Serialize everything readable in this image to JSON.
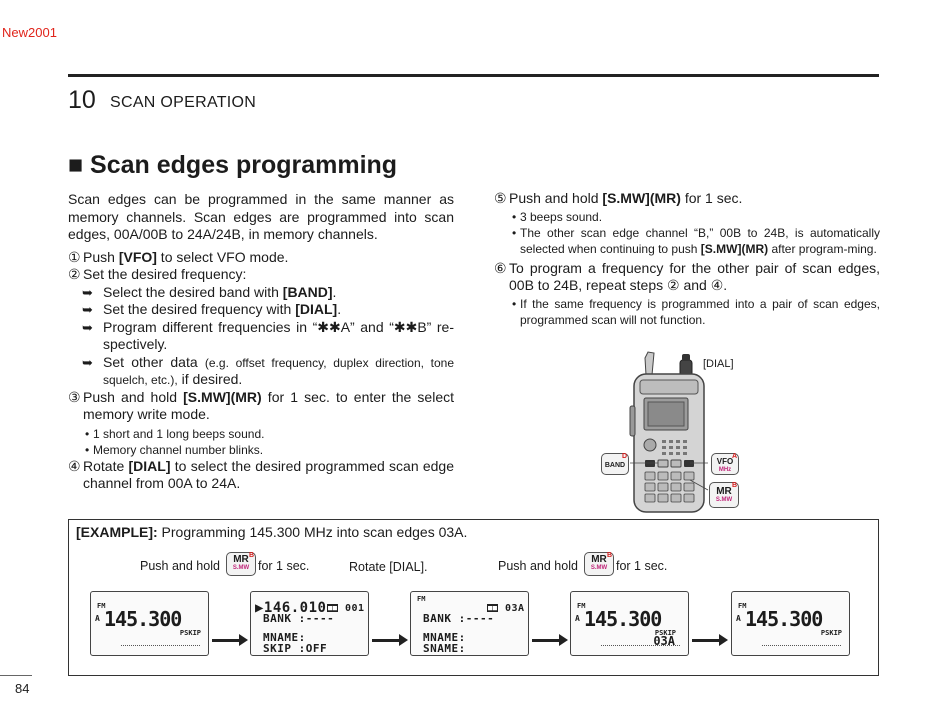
{
  "header": {
    "tag": "New2001",
    "chapter_number": "10",
    "chapter_title": "SCAN OPERATION"
  },
  "section": {
    "title": "■ Scan edges programming"
  },
  "left_column": {
    "intro": "Scan edges can be programmed in the same manner as memory channels. Scan edges are programmed into scan edges, 00A/00B to 24A/24B, in memory channels.",
    "step1": {
      "num": "①",
      "text_a": "Push ",
      "key": "[VFO]",
      "text_b": " to select VFO mode."
    },
    "step2": {
      "num": "②",
      "text": "Set the desired frequency:",
      "subs": [
        {
          "a": "Select the desired band with ",
          "key": "[BAND]",
          "b": "."
        },
        {
          "a": "Set the desired frequency with ",
          "key": "[DIAL]",
          "b": "."
        },
        {
          "text": "Program different frequencies  in “✱✱A” and “✱✱B” re-spectively."
        }
      ],
      "sub4_a": "Set other data ",
      "sub4_small": "(e.g. offset frequency, duplex direction, tone squelch, etc.),",
      "sub4_b": " if desired."
    },
    "step3": {
      "num": "③",
      "text_a": "Push and hold ",
      "key": "[S.MW](MR)",
      "text_b": " for 1 sec. to enter the select memory write mode.",
      "bullets": [
        "1 short and 1 long beeps sound.",
        "Memory channel number blinks."
      ]
    },
    "step4": {
      "num": "④",
      "text_a": "Rotate ",
      "key": "[DIAL]",
      "text_b": " to select the desired programmed scan edge channel from 00A to 24A."
    }
  },
  "right_column": {
    "step5": {
      "num": "⑤",
      "text_a": "Push and hold ",
      "key": "[S.MW](MR)",
      "text_b": " for 1 sec.",
      "bullet1": "3 beeps sound.",
      "bullet2_a": "The other scan edge channel “B,” 00B to 24B, is automatically selected when continuing to push ",
      "bullet2_key": "[S.MW](MR)",
      "bullet2_b": " after program-ming."
    },
    "step6": {
      "num": "⑥",
      "text_a": "To program a frequency for the other pair of scan edges, 00B to 24B, repeat steps ",
      "ref1": "②",
      "text_and": " and ",
      "ref2": "④",
      "text_end": ".",
      "bullet": "If the same frequency is programmed into a pair of scan edges, programmed scan will not function."
    }
  },
  "radio": {
    "dial_label": "[DIAL]",
    "band": {
      "label": "BAND",
      "mark": "D"
    },
    "vfo": {
      "label": "VFO",
      "sub": "MHz",
      "mark": "A"
    },
    "mr": {
      "label": "MR",
      "sub": "S.MW",
      "mark": "B"
    }
  },
  "example": {
    "title_key": "[EXAMPLE]:",
    "title_text": " Programming 145.300 MHz into scan edges 03A.",
    "label1_a": "Push and hold",
    "label1_b": "for 1 sec.",
    "label2": "Rotate [DIAL].",
    "label3_a": "Push and hold",
    "label3_b": "for 1 sec.",
    "lcd1": {
      "fm": "FM",
      "a": "A",
      "freq": "145.300",
      "pskip": "PSKIP"
    },
    "lcd2": {
      "freq": "▶146.010",
      "chip": "■■",
      "ch": "001",
      "bank": "BANK :----",
      "mname": "MNAME:",
      "skip": "SKIP :OFF"
    },
    "lcd3": {
      "fm": "FM",
      "chip": "■■",
      "ch": "03A",
      "bank": "BANK :----",
      "mname": "MNAME:",
      "sname": "SNAME:"
    },
    "lcd4": {
      "fm": "FM",
      "a": "A",
      "freq": "145.300",
      "pskip": "PSKIP",
      "ch": "03A"
    },
    "lcd5": {
      "fm": "FM",
      "a": "A",
      "freq": "145.300",
      "pskip": "PSKIP"
    }
  },
  "footer": {
    "page": "84"
  }
}
